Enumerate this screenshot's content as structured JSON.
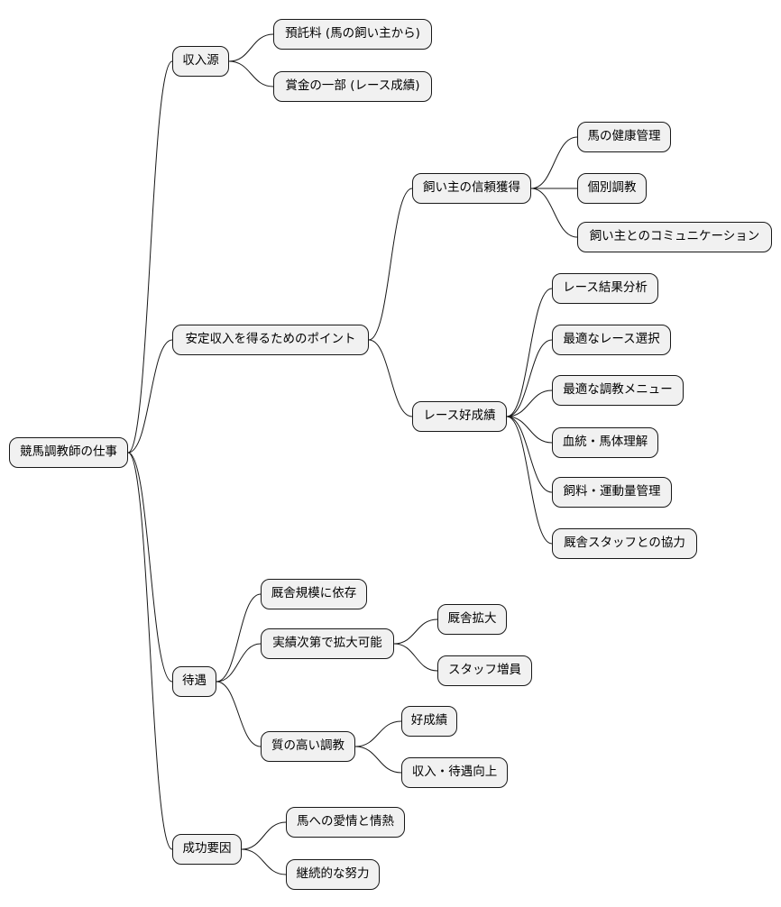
{
  "diagram": {
    "type": "mindmap",
    "root": {
      "label": "競馬調教師の仕事",
      "children": [
        {
          "label": "収入源",
          "children": [
            {
              "label": "預託料 (馬の飼い主から)"
            },
            {
              "label": "賞金の一部 (レース成績)"
            }
          ]
        },
        {
          "label": "安定収入を得るためのポイント",
          "children": [
            {
              "label": "飼い主の信頼獲得",
              "children": [
                {
                  "label": "馬の健康管理"
                },
                {
                  "label": "個別調教"
                },
                {
                  "label": "飼い主とのコミュニケーション"
                }
              ]
            },
            {
              "label": "レース好成績",
              "children": [
                {
                  "label": "レース結果分析"
                },
                {
                  "label": "最適なレース選択"
                },
                {
                  "label": "最適な調教メニュー"
                },
                {
                  "label": "血統・馬体理解"
                },
                {
                  "label": "飼料・運動量管理"
                },
                {
                  "label": "厩舎スタッフとの協力"
                }
              ]
            }
          ]
        },
        {
          "label": "待遇",
          "children": [
            {
              "label": "厩舎規模に依存"
            },
            {
              "label": "実績次第で拡大可能",
              "children": [
                {
                  "label": "厩舎拡大"
                },
                {
                  "label": "スタッフ増員"
                }
              ]
            },
            {
              "label": "質の高い調教",
              "children": [
                {
                  "label": "好成績"
                },
                {
                  "label": "収入・待遇向上"
                }
              ]
            }
          ]
        },
        {
          "label": "成功要因",
          "children": [
            {
              "label": "馬への愛情と情熱"
            },
            {
              "label": "継続的な努力"
            }
          ]
        }
      ]
    }
  }
}
